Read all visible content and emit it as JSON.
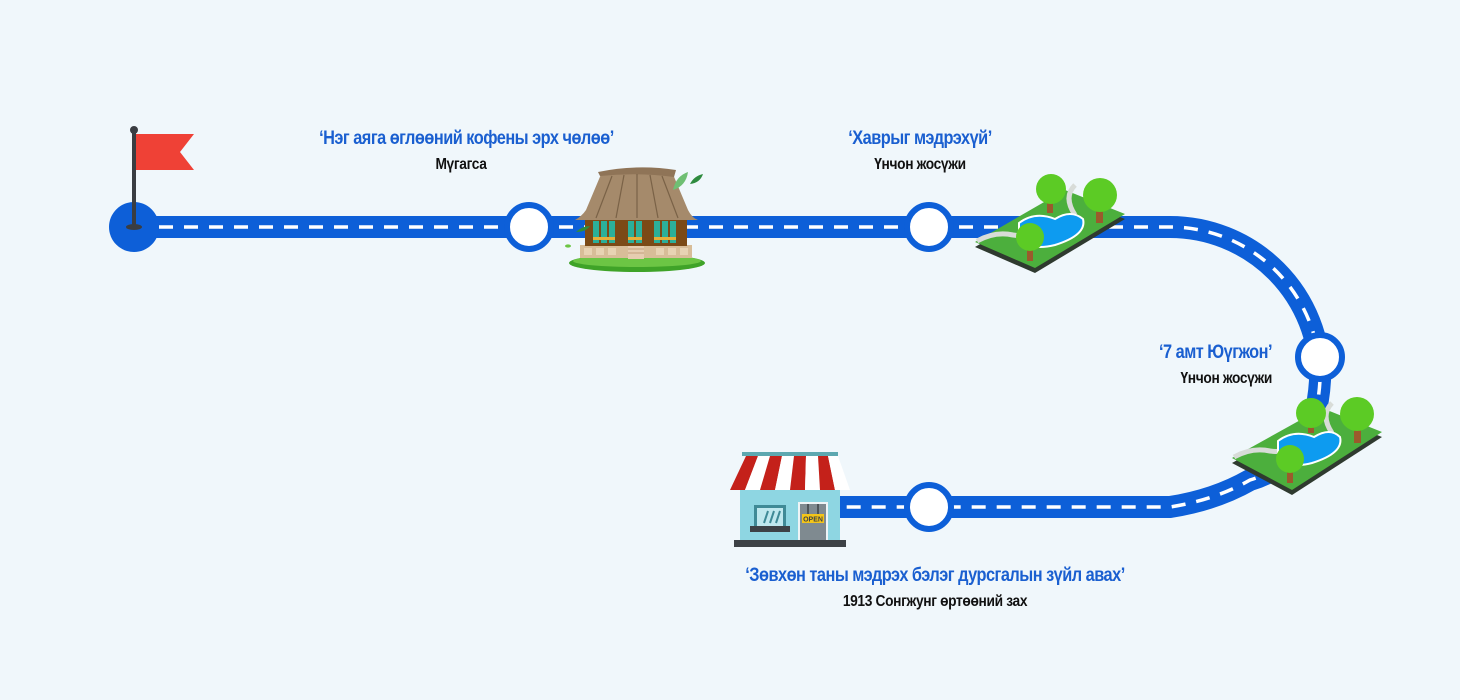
{
  "colors": {
    "background": "#f0f7fb",
    "road": "#0d5fd8",
    "title_text": "#1a5fd0",
    "subtitle_text": "#111111",
    "flag": "#ef4136"
  },
  "stops": [
    {
      "id": "start",
      "title": "",
      "subtitle": "",
      "icon": "flag-icon"
    },
    {
      "id": "stop-1",
      "title": "‘Нэг аяга өглөөний кофены эрх чөлөө’",
      "subtitle": "Мүгагса",
      "icon": "traditional-house-icon"
    },
    {
      "id": "stop-2",
      "title": "‘Хаврыг мэдрэхүй’",
      "subtitle": "Үнчон жосүжи",
      "icon": "park-icon"
    },
    {
      "id": "stop-3",
      "title": "‘7 амт Юүгжон’",
      "subtitle": "Үнчон жосүжи",
      "icon": "park-icon"
    },
    {
      "id": "stop-4",
      "title": "‘Зөвхөн таны мэдрэх бэлэг дурсгалын зүйл авах’",
      "subtitle": "1913 Сонгжунг өртөөний зах",
      "icon": "shop-icon"
    }
  ],
  "shop_sign": "OPEN"
}
